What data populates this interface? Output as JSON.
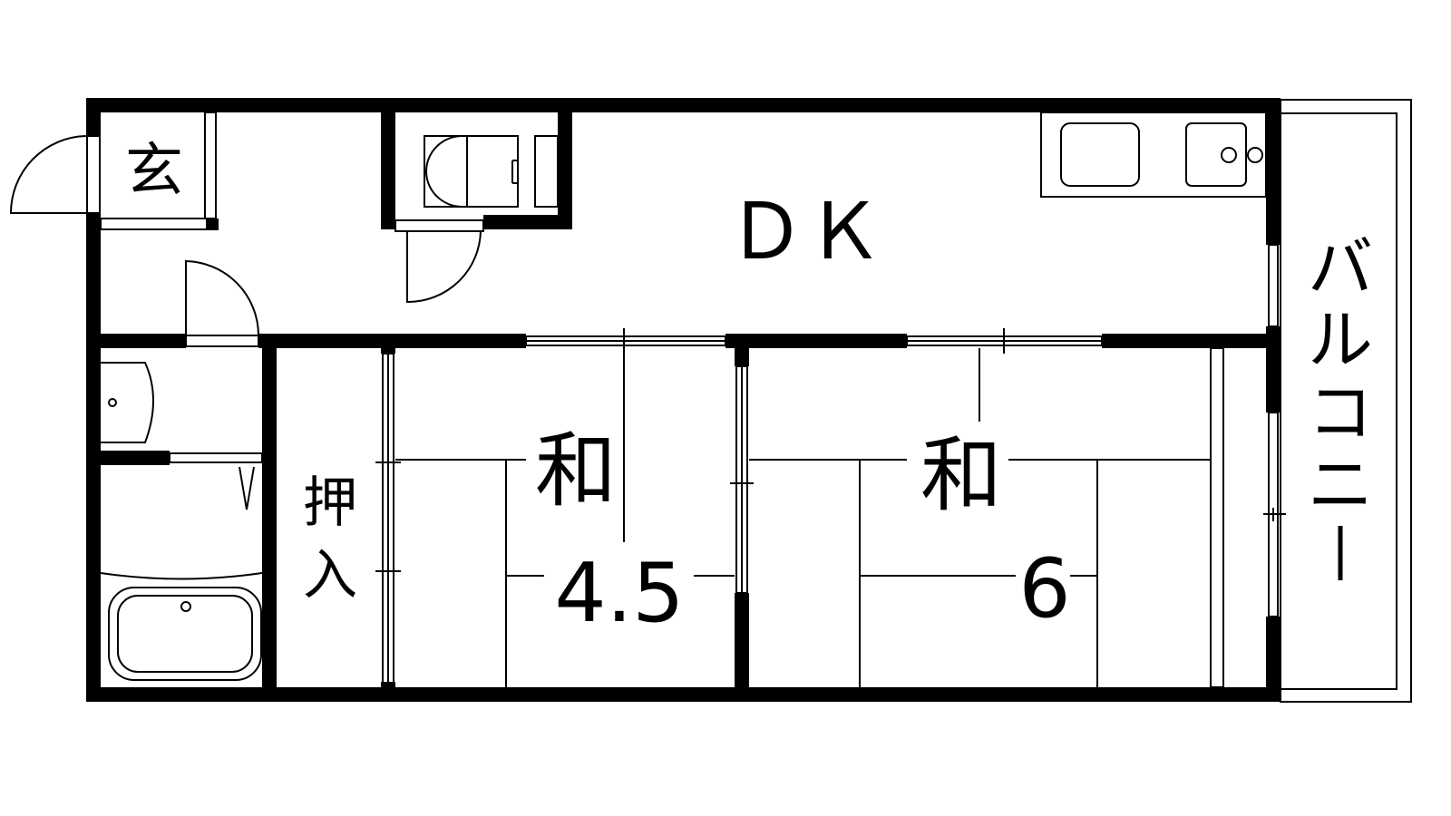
{
  "floorplan": {
    "rooms": {
      "entrance": "玄",
      "dk": "ＤＫ",
      "washitsu_a_name": "和",
      "washitsu_a_size": "4.5",
      "washitsu_b_name": "和",
      "washitsu_b_size": "6",
      "closet": [
        "押",
        "入"
      ],
      "balcony": [
        "バ",
        "ル",
        "コ",
        "ニ",
        "ー"
      ]
    },
    "colors": {
      "wall": "#000000",
      "background": "#ffffff"
    }
  }
}
